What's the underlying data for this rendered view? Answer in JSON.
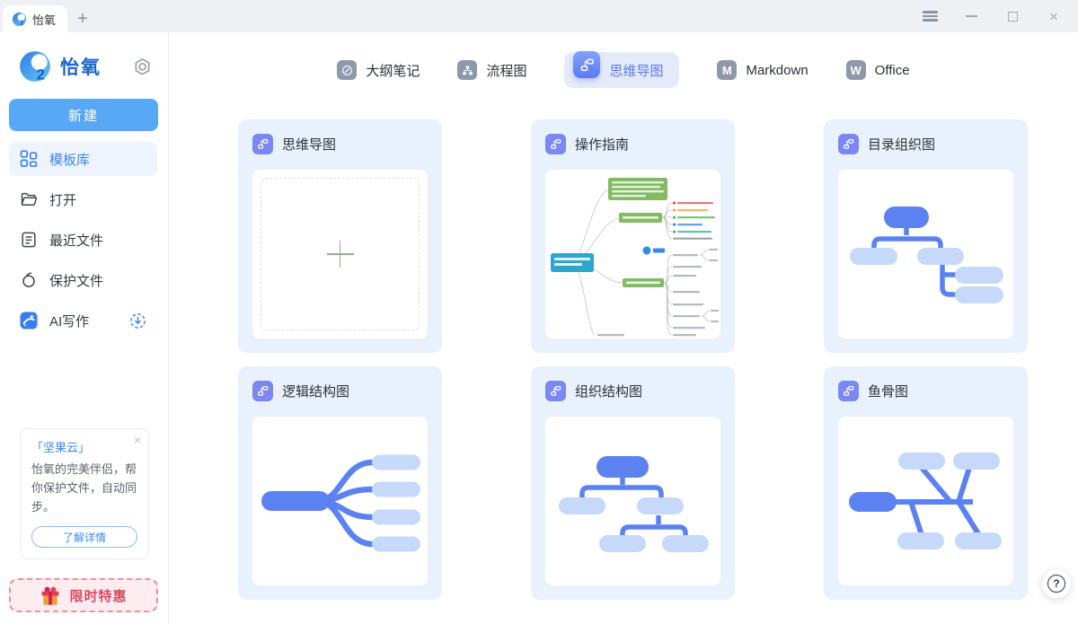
{
  "window": {
    "tab_title": "怡氧",
    "new_tab_label": "+"
  },
  "sidebar": {
    "brand": "怡氧",
    "new_button_label": "新建",
    "items": [
      {
        "label": "模板库",
        "icon": "template-grid-icon",
        "active": true
      },
      {
        "label": "打开",
        "icon": "folder-open-icon",
        "active": false
      },
      {
        "label": "最近文件",
        "icon": "recent-document-icon",
        "active": false
      },
      {
        "label": "保护文件",
        "icon": "nut-protect-icon",
        "active": false
      },
      {
        "label": "AI写作",
        "icon": "ai-writing-icon",
        "active": false,
        "trailing_icon": "download-circle-icon"
      }
    ],
    "promo": {
      "title": "「坚果云」",
      "body": "怡氧的完美伴侣，帮你保护文件，自动同步。",
      "cta_label": "了解详情",
      "close_glyph": "×"
    },
    "offer_label": "限时特惠"
  },
  "type_tabs": [
    {
      "label": "大纲笔记",
      "icon": "outline-pen-icon",
      "active": false
    },
    {
      "label": "流程图",
      "icon": "flowchart-icon",
      "active": false
    },
    {
      "label": "思维导图",
      "icon": "mindmap-icon",
      "active": true
    },
    {
      "label": "Markdown",
      "icon": "markdown-m-icon",
      "icon_letter": "M",
      "active": false
    },
    {
      "label": "Office",
      "icon": "office-w-icon",
      "icon_letter": "W",
      "active": false
    }
  ],
  "templates": [
    {
      "title": "思维导图",
      "preview": "blank-plus"
    },
    {
      "title": "操作指南",
      "preview": "guide-mindmap"
    },
    {
      "title": "目录组织图",
      "preview": "directory-org-chart"
    },
    {
      "title": "逻辑结构图",
      "preview": "logic-structure"
    },
    {
      "title": "组织结构图",
      "preview": "org-structure"
    },
    {
      "title": "鱼骨图",
      "preview": "fishbone"
    }
  ],
  "help": {
    "label": "?"
  },
  "colors": {
    "brand_blue": "#1d63d0",
    "primary_button": "#58a8f6",
    "accent_blue": "#3c86f0",
    "active_tab_pill": "#e5eafb",
    "active_tab_text": "#5b7bf0",
    "card_background": "#e9f1fc",
    "card_icon": "#7b87f3",
    "node_dark": "#5b82f0",
    "node_light": "#c6d9fb",
    "guide_root_cyan": "#2ea7cf",
    "guide_node_green": "#83ba64",
    "offer_pink_border": "#f18da0",
    "offer_text": "#e0475f"
  }
}
